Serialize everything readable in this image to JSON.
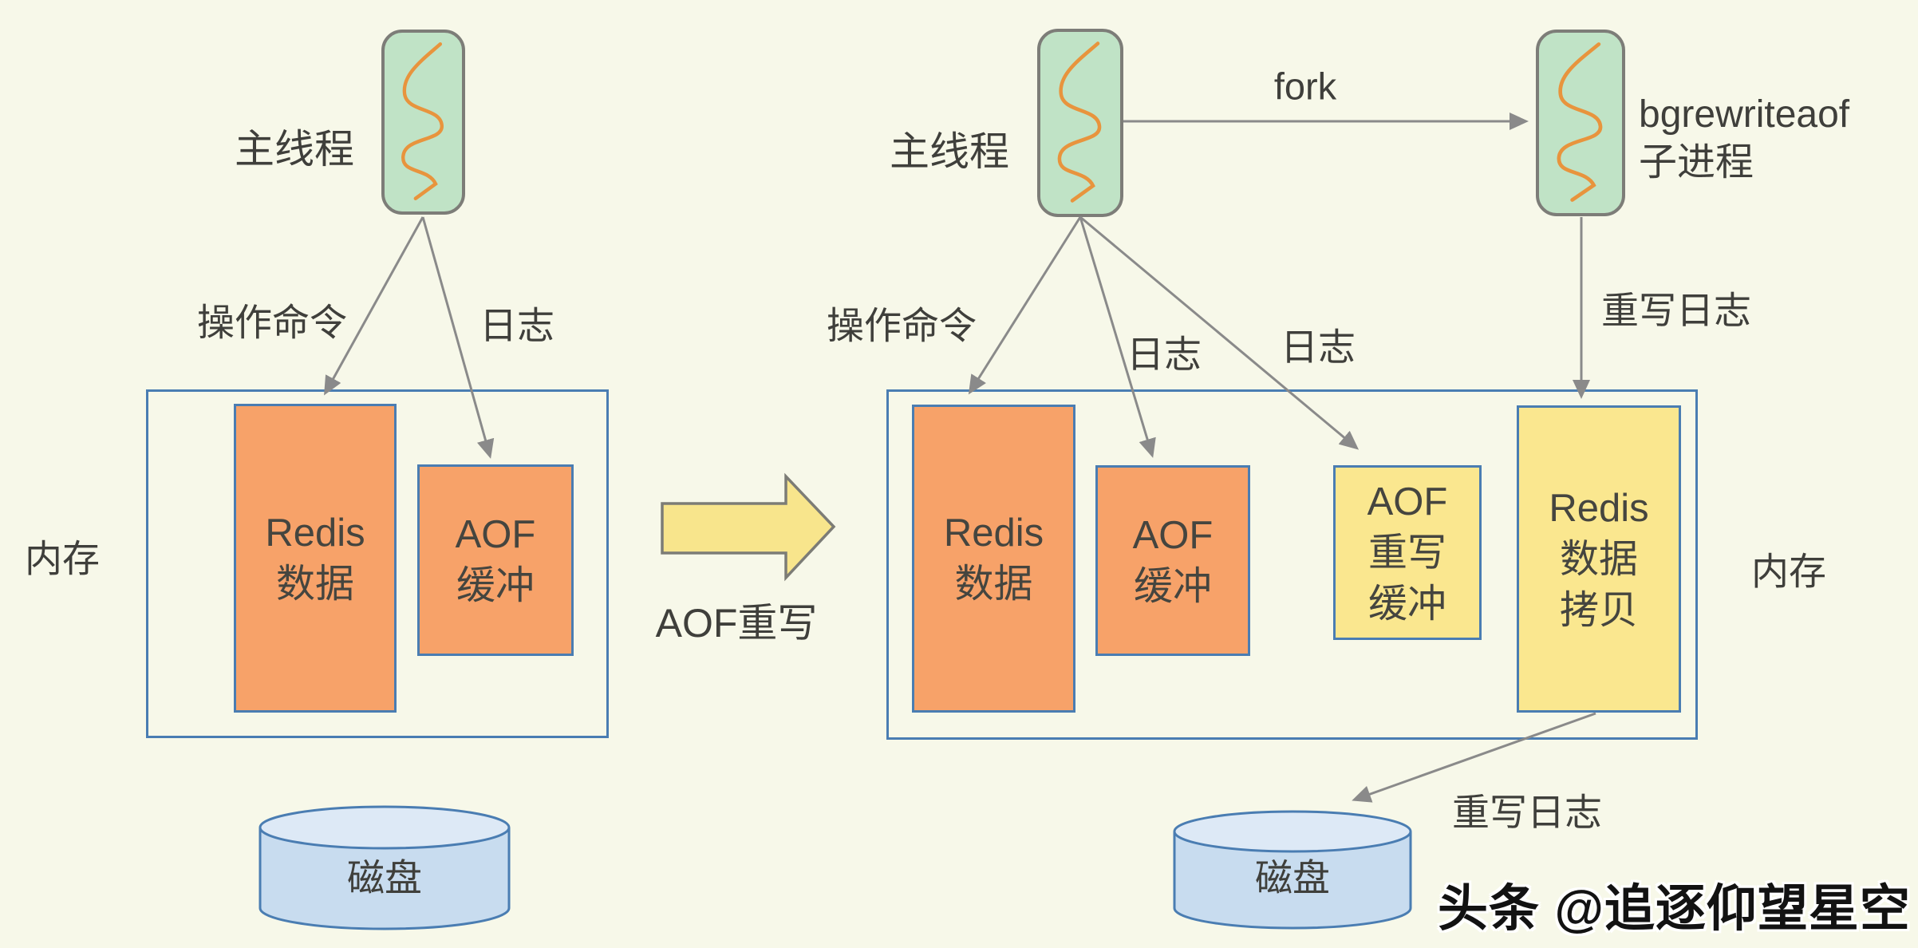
{
  "colors": {
    "background": "#f7f8e9",
    "box_orange": "#f7a269",
    "box_yellow": "#fae78f",
    "process_green": "#c0e3c6",
    "border_blue": "#4a7db2",
    "arrow_gray": "#8a8a8a",
    "squiggle_orange": "#e8943d",
    "disk_blue": "#c8dcef",
    "text": "#45453f"
  },
  "left": {
    "main_thread": "主线程",
    "op_cmd": "操作命令",
    "log": "日志",
    "memory": "内存",
    "redis_data": [
      "Redis",
      "数据"
    ],
    "aof_buffer": [
      "AOF",
      "缓冲"
    ],
    "disk": "磁盘"
  },
  "middle": {
    "rewrite_label": "AOF重写"
  },
  "right": {
    "main_thread": "主线程",
    "fork": "fork",
    "child_process": [
      "bgrewriteaof",
      "子进程"
    ],
    "op_cmd": "操作命令",
    "log1": "日志",
    "log2": "日志",
    "rewrite_log_top": "重写日志",
    "memory": "内存",
    "redis_data": [
      "Redis",
      "数据"
    ],
    "aof_buffer": [
      "AOF",
      "缓冲"
    ],
    "aof_rewrite_buffer": [
      "AOF",
      "重写",
      "缓冲"
    ],
    "redis_data_copy": [
      "Redis",
      "数据",
      "拷贝"
    ],
    "rewrite_log_bottom": "重写日志",
    "disk": "磁盘"
  },
  "watermark": "头条 @追逐仰望星空"
}
